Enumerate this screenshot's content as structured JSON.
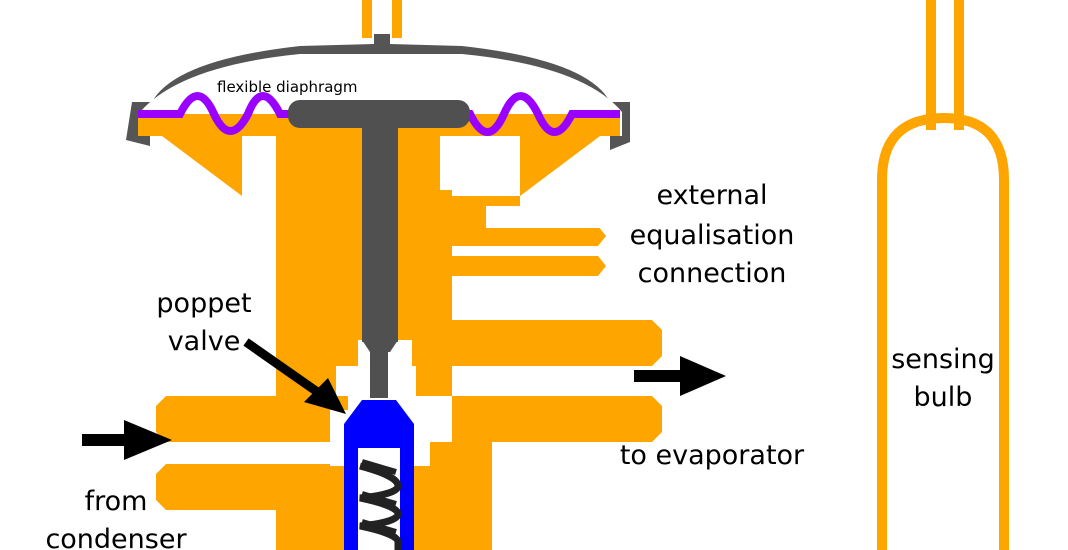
{
  "labels": {
    "diaphragm": "flexible diaphragm",
    "equalisation_line1": "external",
    "equalisation_line2": "equalisation",
    "equalisation_line3": "connection",
    "poppet_line1": "poppet",
    "poppet_line2": "valve",
    "sensing_line1": "sensing",
    "sensing_line2": "bulb",
    "evaporator": "to evaporator",
    "condenser_line1": "from",
    "condenser_line2": "condenser"
  },
  "colors": {
    "body": "#FFA500",
    "diaphragm": "#9900FF",
    "stem": "#505050",
    "valve": "#0000FF",
    "spring": "#222222",
    "arrow": "#000000",
    "background": "#FFFFFF"
  },
  "icons": {
    "inlet_arrow": "arrow-right-icon",
    "outlet_arrow": "arrow-right-icon",
    "pointer_arrow": "arrow-down-right-icon"
  }
}
